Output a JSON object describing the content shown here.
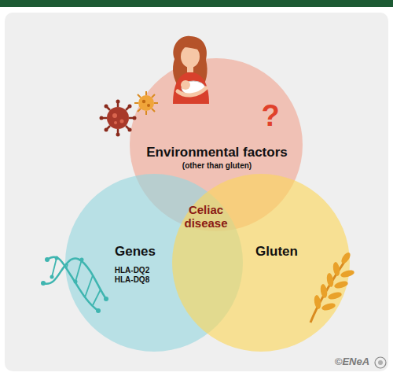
{
  "diagram": {
    "nodes": [
      {
        "text": [
          "Environmental factors",
          "(other than gluten)"
        ]
      },
      {
        "text": [
          "Genes",
          "HLA-DQ2 HLA-DQ8"
        ]
      },
      {
        "text": [
          "Gluten"
        ]
      }
    ],
    "labels": [
      "Celiac disease",
      "?",
      "©ENeA"
    ]
  }
}
